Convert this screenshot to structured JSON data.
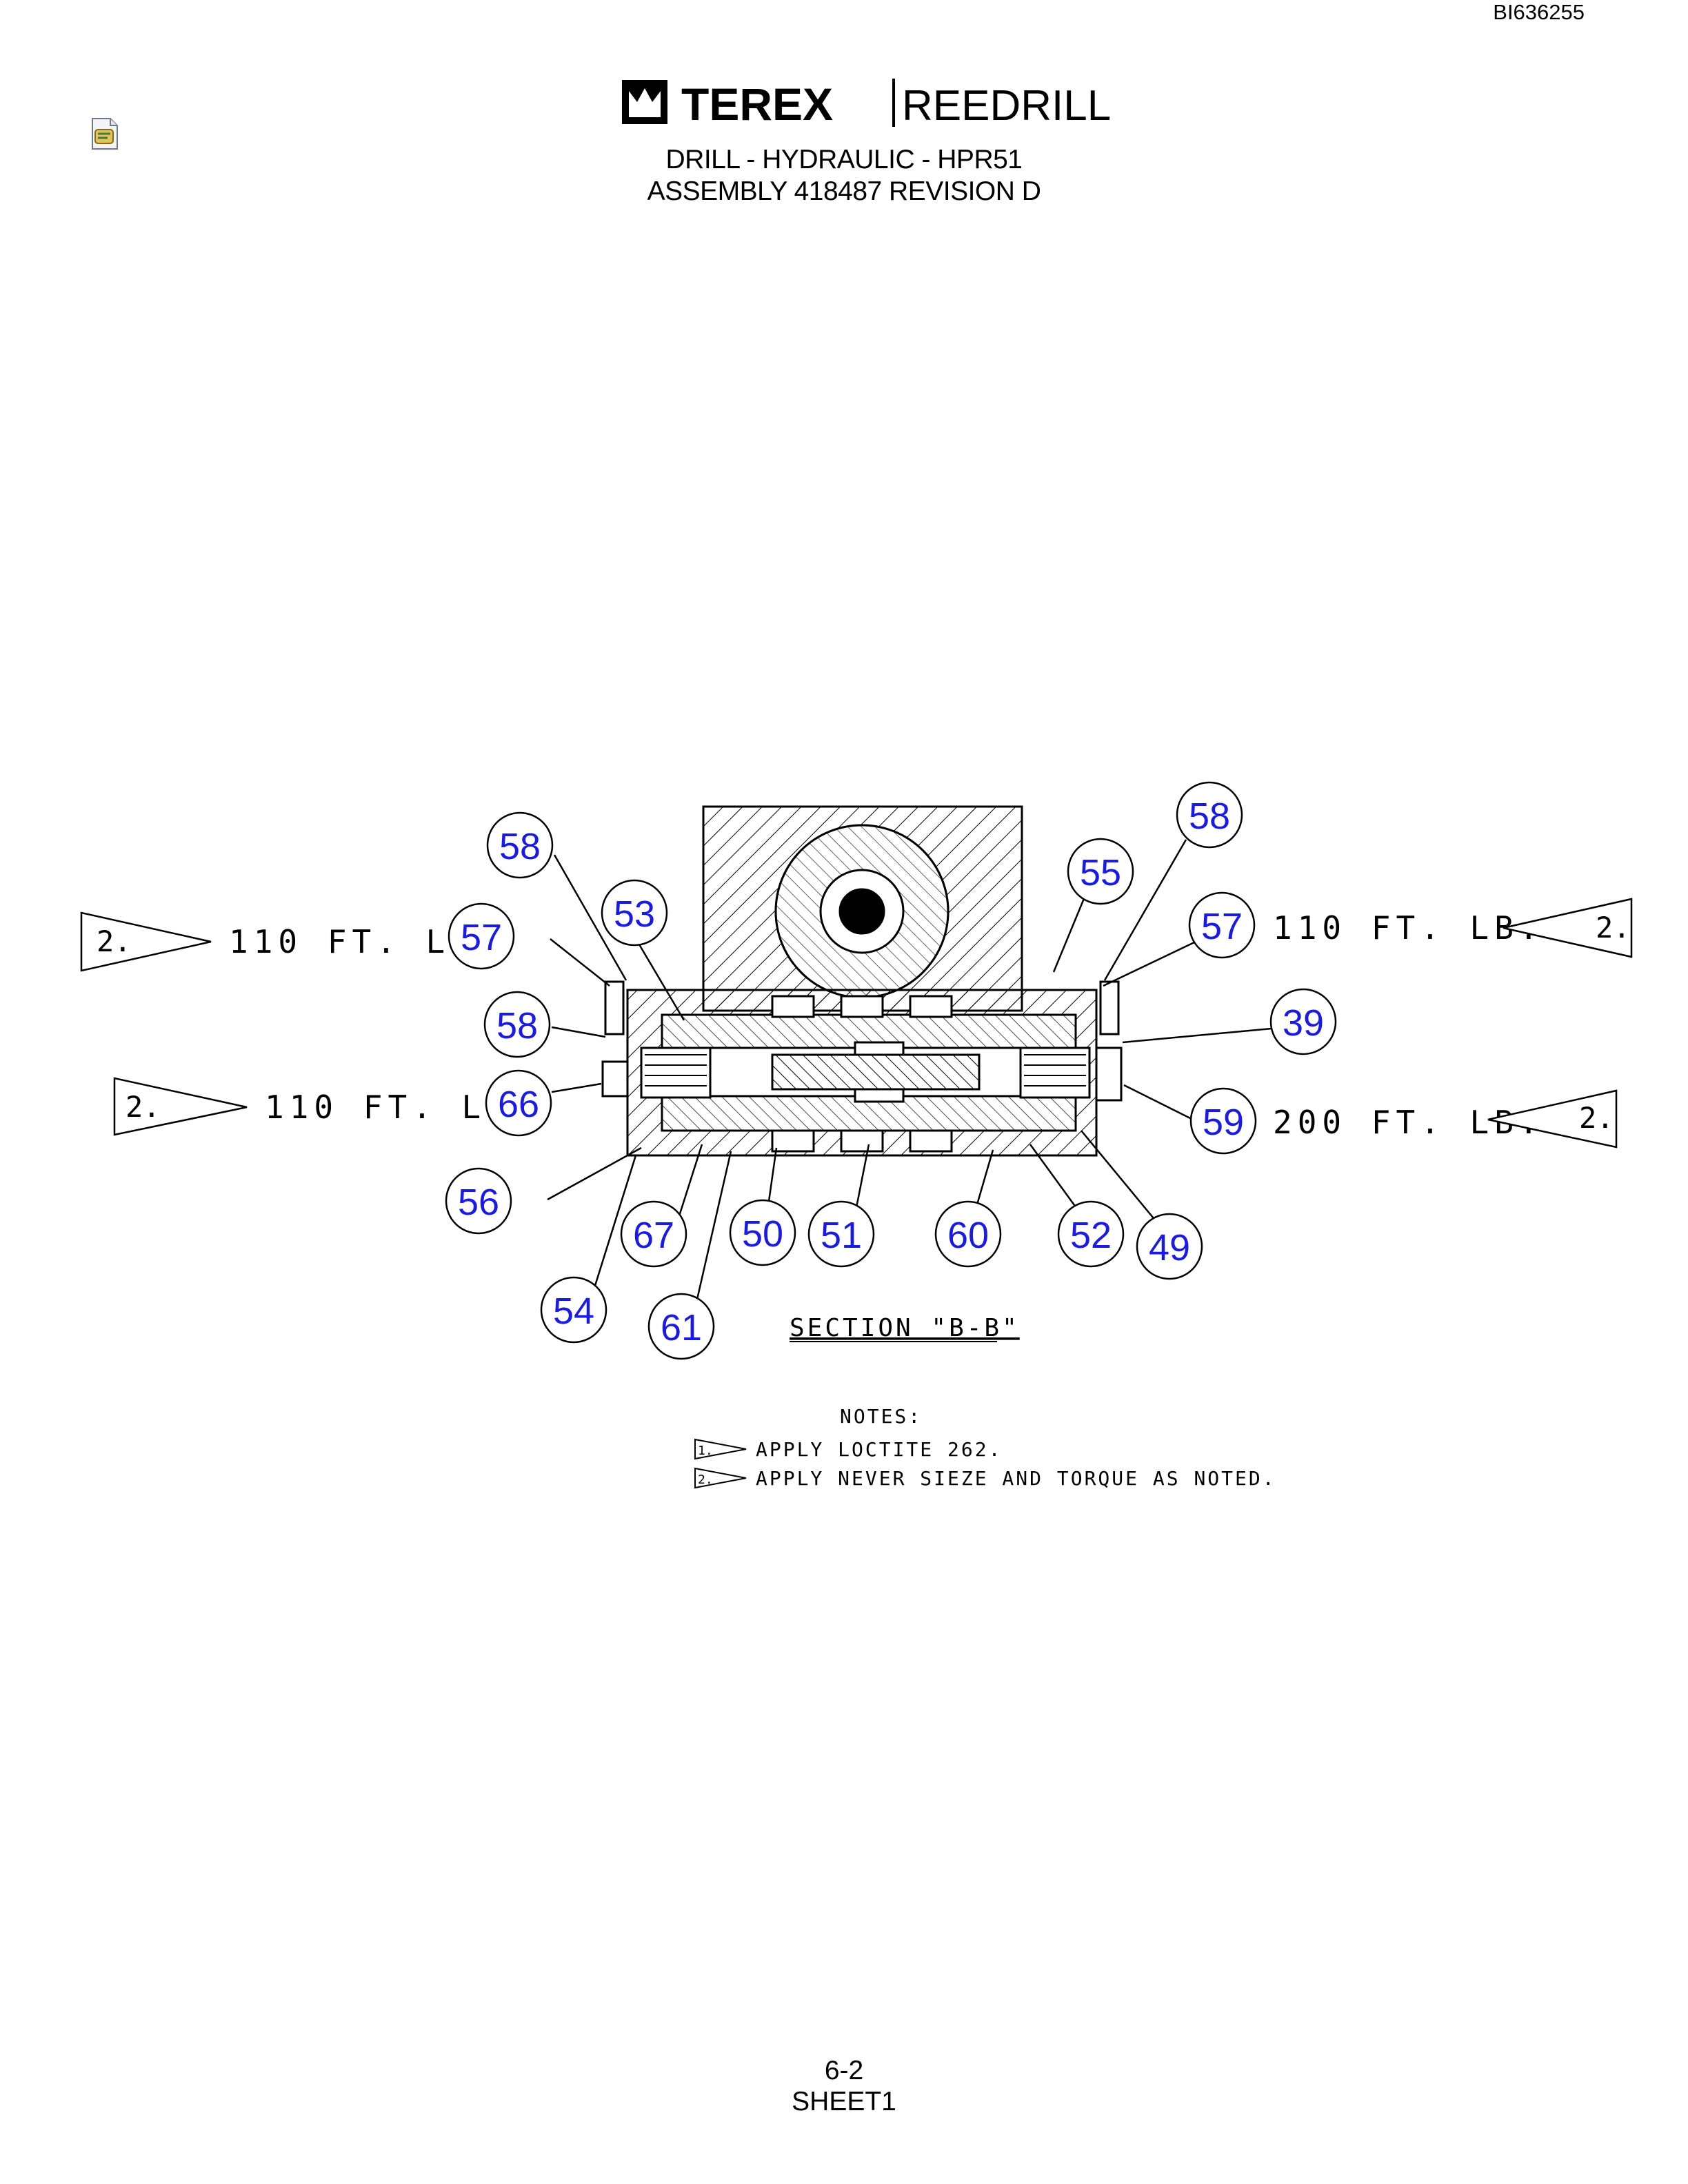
{
  "header": {
    "doc_id": "BI636255",
    "brand_left": "TEREX",
    "brand_right": "REEDRILL",
    "title_line1": "DRILL - HYDRAULIC - HPR51",
    "title_line2": "ASSEMBLY 418487 REVISION D",
    "attachment_icon": "attachment-icon"
  },
  "drawing": {
    "section_label": "SECTION \"B-B\"",
    "callouts": [
      {
        "id": "58",
        "label": "58"
      },
      {
        "id": "53",
        "label": "53"
      },
      {
        "id": "57a",
        "label": "57"
      },
      {
        "id": "58b",
        "label": "58"
      },
      {
        "id": "66",
        "label": "66"
      },
      {
        "id": "56",
        "label": "56"
      },
      {
        "id": "54",
        "label": "54"
      },
      {
        "id": "67",
        "label": "67"
      },
      {
        "id": "61",
        "label": "61"
      },
      {
        "id": "50",
        "label": "50"
      },
      {
        "id": "51",
        "label": "51"
      },
      {
        "id": "60",
        "label": "60"
      },
      {
        "id": "52",
        "label": "52"
      },
      {
        "id": "49",
        "label": "49"
      },
      {
        "id": "59",
        "label": "59"
      },
      {
        "id": "39",
        "label": "39"
      },
      {
        "id": "57b",
        "label": "57"
      },
      {
        "id": "55",
        "label": "55"
      },
      {
        "id": "58c",
        "label": "58"
      }
    ],
    "torque_notes": {
      "left_top": "110 FT. LB.",
      "left_bottom": "110 FT. LB.",
      "right_top": "110 FT. LB.",
      "right_bottom": "200 FT. LB."
    },
    "flag_number": "2."
  },
  "notes": {
    "heading": "NOTES:",
    "items": [
      {
        "flag": "1.",
        "text": "APPLY LOCTITE 262."
      },
      {
        "flag": "2.",
        "text": "APPLY NEVER SIEZE AND TORQUE AS NOTED."
      }
    ]
  },
  "footer": {
    "page": "6-2",
    "sheet": "SHEET1"
  },
  "colors": {
    "callout_text": "#1a1ae6",
    "line": "#000000"
  }
}
